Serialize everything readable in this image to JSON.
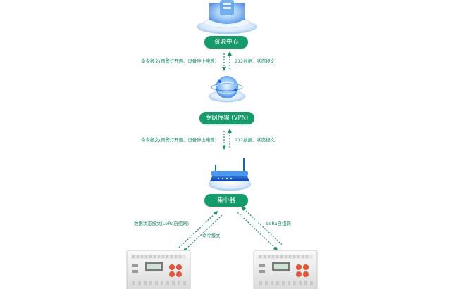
{
  "nodes": {
    "resource_center": {
      "label": "资源中心"
    },
    "vpn_transport": {
      "label": "专网传输 (VPN)"
    },
    "concentrator": {
      "label": "集中器"
    }
  },
  "flows": {
    "top_down": "命令报文(预警灯开启、设备停上电等)",
    "top_up": "212数据、状态报文",
    "mid_down": "命令报文(预警灯开启、设备停上电等)",
    "mid_up": "212数据、状态报文",
    "left_up": "数据状态报文(LoRa自组网)",
    "left_down": "命令报文",
    "right": "LoRa自组网"
  },
  "colors": {
    "accent": "#159a6a",
    "arrow": "#1a8f63",
    "device_blue": "#3f7fe0"
  },
  "icons": [
    "server-stack-icon",
    "globe-icon",
    "router-icon",
    "meter-device-icon"
  ]
}
